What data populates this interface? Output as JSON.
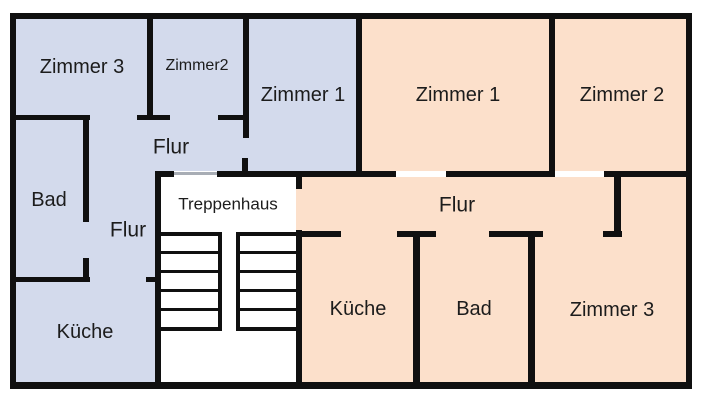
{
  "floorplan": {
    "type": "floor-plan",
    "wall_color": "#101010",
    "door_line_color": "#a8adb5",
    "background": "#ffffff",
    "left_apartment": {
      "fill": "#d3daec",
      "rooms": {
        "zimmer3": "Zimmer 3",
        "zimmer2": "Zimmer2",
        "zimmer1": "Zimmer 1",
        "flur_upper": "Flur",
        "bad": "Bad",
        "flur_lower": "Flur",
        "kueche": "Küche"
      }
    },
    "stairwell": {
      "fill": "#ffffff",
      "label": "Treppenhaus"
    },
    "right_apartment": {
      "fill": "#fce0cb",
      "rooms": {
        "zimmer1": "Zimmer 1",
        "zimmer2": "Zimmer 2",
        "flur": "Flur",
        "kueche": "Küche",
        "bad": "Bad",
        "zimmer3": "Zimmer 3"
      }
    }
  }
}
